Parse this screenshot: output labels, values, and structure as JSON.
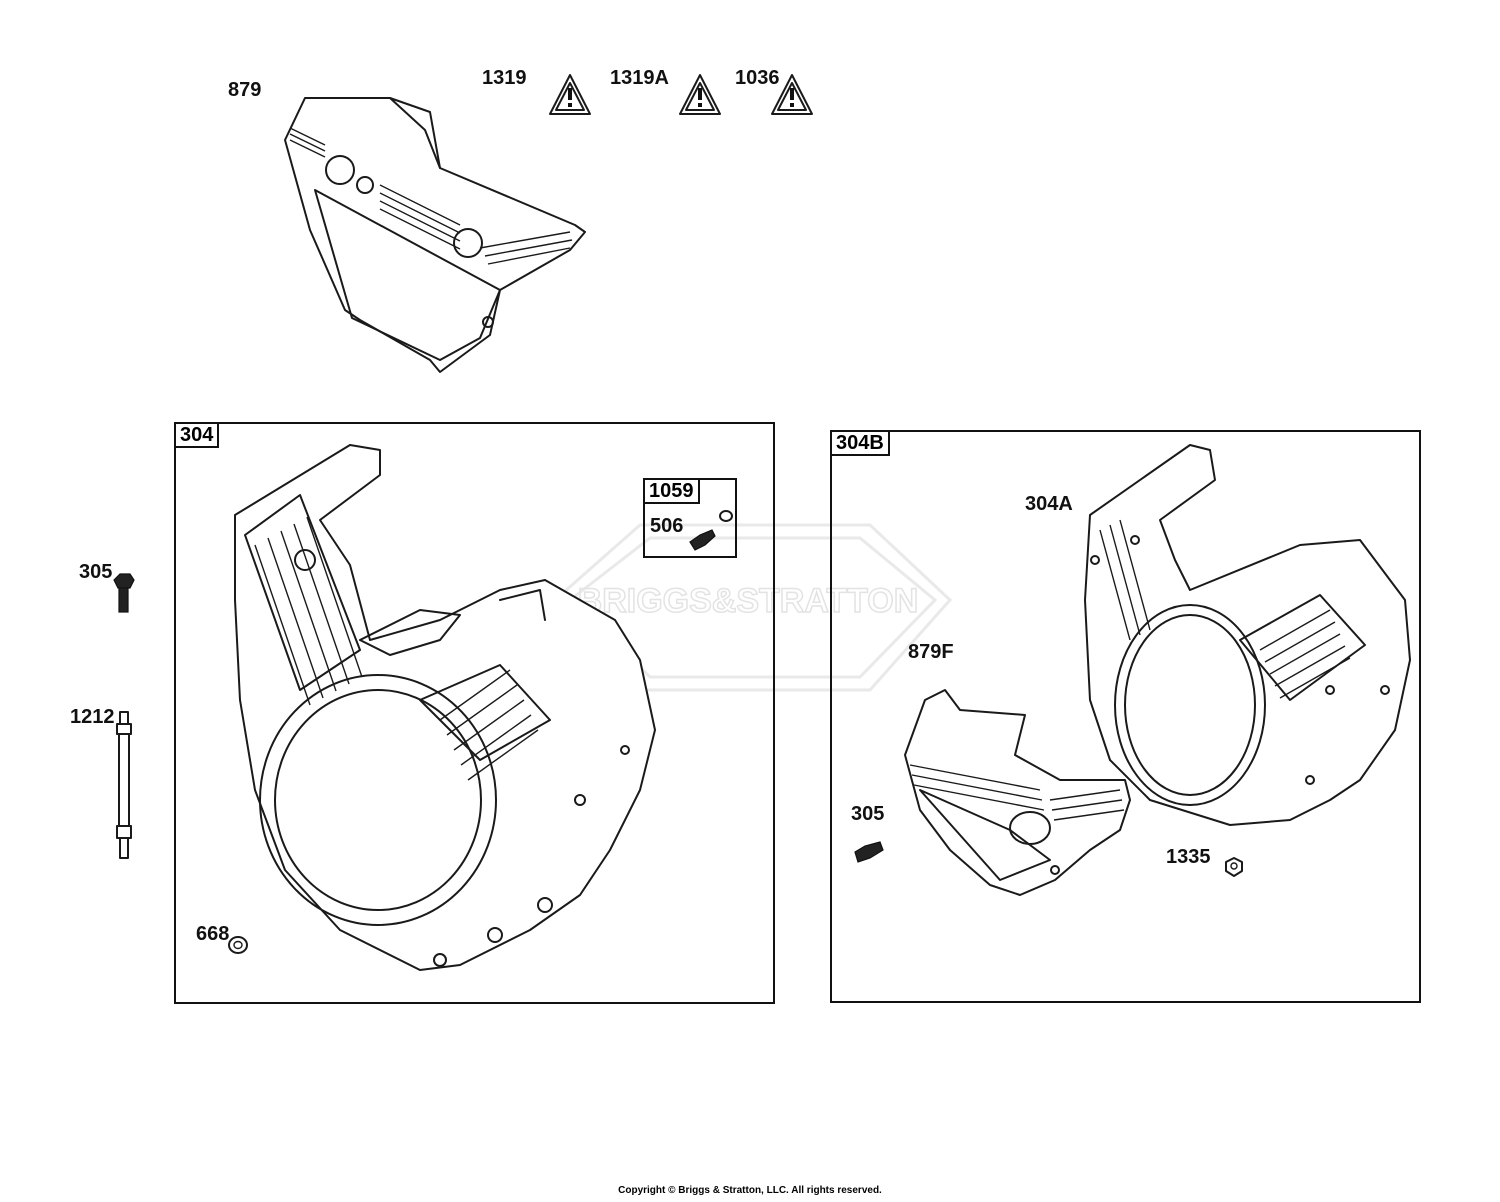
{
  "parts": {
    "p879": "879",
    "p1319": "1319",
    "p1319A": "1319A",
    "p1036": "1036",
    "p305_left": "305",
    "p1212": "1212",
    "p668": "668",
    "p1059": "1059",
    "p506": "506",
    "p304A": "304A",
    "p879F": "879F",
    "p305_right": "305",
    "p1335": "1335"
  },
  "groups": {
    "left_box_tag": "304",
    "right_box_tag": "304B"
  },
  "watermark": "BRIGGS&STRATTON",
  "copyright": "Copyright © Briggs & Stratton, LLC. All rights reserved."
}
